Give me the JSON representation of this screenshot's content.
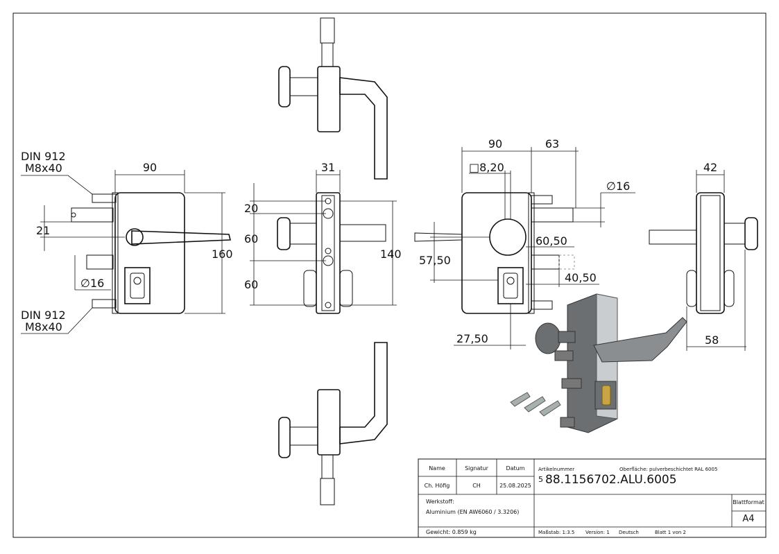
{
  "dimensions": {
    "front": {
      "screw_top": [
        "DIN 912",
        "M8x40"
      ],
      "screw_bottom": [
        "DIN 912",
        "M8x40"
      ],
      "width": "90",
      "height": "160",
      "handle_offset": "21",
      "bolt_diameter": "∅16"
    },
    "side": {
      "width": "31",
      "d1": "20",
      "d2": "60",
      "d3": "60",
      "height": "140"
    },
    "back": {
      "width": "90",
      "projection": "63",
      "square": "□8,20",
      "bolt_diameter": "∅16",
      "d1": "57,50",
      "d2": "60,50",
      "d3": "40,50",
      "d4": "27,50"
    },
    "right": {
      "width": "42",
      "depth": "58"
    }
  },
  "title_block": {
    "headers": {
      "name": "Name",
      "signature": "Signatur",
      "date": "Datum"
    },
    "row": {
      "name": "Ch. Höfig",
      "signature": "CH",
      "date": "25.08.2025"
    },
    "article_label": "Artikelnummer",
    "surface": "Oberfläche:  pulverbeschichtet RAL 6005",
    "article_prefix": "5",
    "article_number": "88.1156702.ALU.6005",
    "material_label": "Werkstoff:",
    "material": "Aluminium (EN AW6060 / 3.3206)",
    "format_label": "Blattformat",
    "format": "A4",
    "weight": "Gewicht: 0.859 kg",
    "scale": "Maßstab: 1:3.5",
    "version": "Version: 1",
    "language": "Deutsch",
    "sheet": "Blatt 1 von 2"
  },
  "colors": {
    "line": "#111111",
    "render_body": "#6b6f72",
    "render_light": "#c9cdcf",
    "key": "#a8b0ae",
    "cylinder": "#c9a445"
  }
}
